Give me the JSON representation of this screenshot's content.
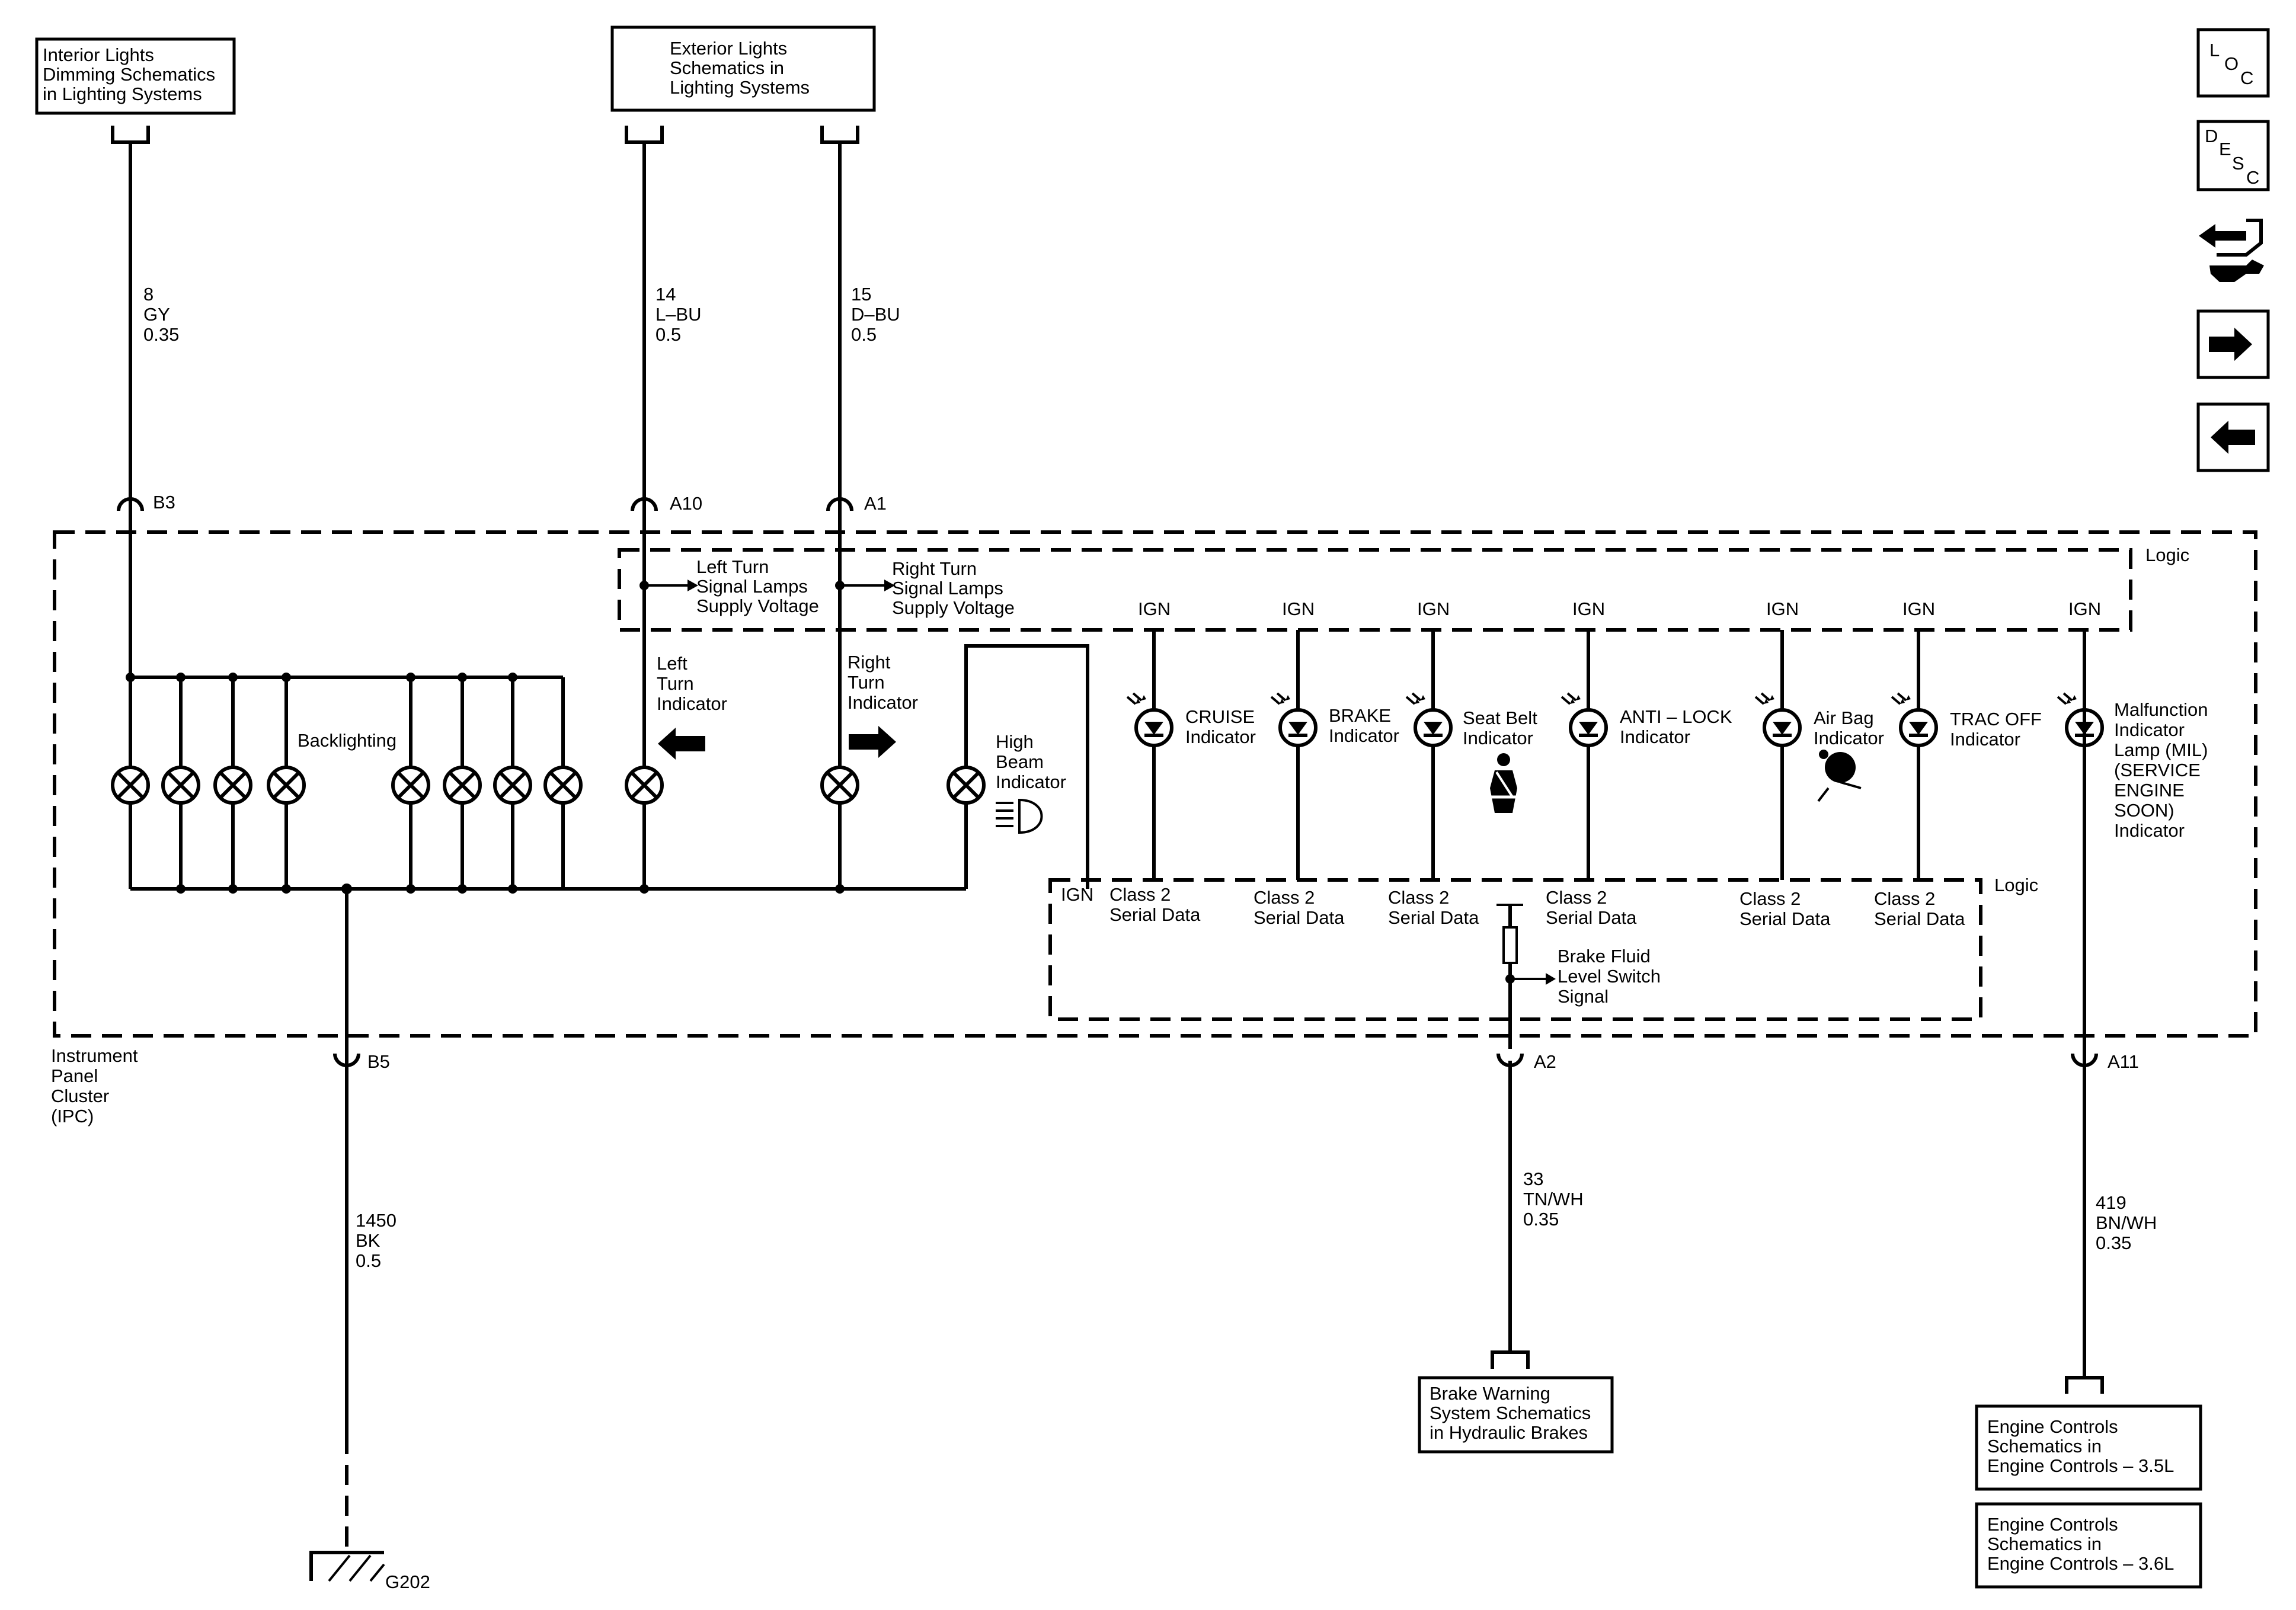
{
  "refs": {
    "interior": [
      "Interior Lights",
      "Dimming Schematics",
      "in Lighting Systems"
    ],
    "exterior": [
      "Exterior Lights",
      "Schematics in",
      "Lighting Systems"
    ],
    "brake_warning": [
      "Brake Warning",
      "System Schematics",
      "in Hydraulic Brakes"
    ],
    "engine_35": [
      "Engine Controls",
      "Schematics in",
      "Engine Controls – 3.5L"
    ],
    "engine_36": [
      "Engine Controls",
      "Schematics in",
      "Engine Controls – 3.6L"
    ]
  },
  "wires": {
    "w8": [
      "8",
      "GY",
      "0.35"
    ],
    "w14": [
      "14",
      "L–BU",
      "0.5"
    ],
    "w15": [
      "15",
      "D–BU",
      "0.5"
    ],
    "w1450": [
      "1450",
      "BK",
      "0.5"
    ],
    "w33": [
      "33",
      "TN/WH",
      "0.35"
    ],
    "w419": [
      "419",
      "BN/WH",
      "0.35"
    ]
  },
  "pins": {
    "b3": "B3",
    "a10": "A10",
    "a1": "A1",
    "b5": "B5",
    "a2": "A2",
    "a11": "A11"
  },
  "ground": "G202",
  "ipc_label": [
    "Instrument",
    "Panel",
    "Cluster",
    "(IPC)"
  ],
  "logic": "Logic",
  "ign": "IGN",
  "left_supply": [
    "Left Turn",
    "Signal Lamps",
    "Supply Voltage"
  ],
  "right_supply": [
    "Right Turn",
    "Signal Lamps",
    "Supply Voltage"
  ],
  "backlighting": "Backlighting",
  "left_turn": [
    "Left",
    "Turn",
    "Indicator"
  ],
  "right_turn": [
    "Right",
    "Turn",
    "Indicator"
  ],
  "high_beam": [
    "High",
    "Beam",
    "Indicator"
  ],
  "indicators": {
    "cruise": [
      "CRUISE",
      "Indicator"
    ],
    "brake": [
      "BRAKE",
      "Indicator"
    ],
    "seatbelt": [
      "Seat Belt",
      "Indicator"
    ],
    "antilock": [
      "ANTI – LOCK",
      "Indicator"
    ],
    "airbag": [
      "Air Bag",
      "Indicator"
    ],
    "tracoff": [
      "TRAC OFF",
      "Indicator"
    ],
    "mil": [
      "Malfunction",
      "Indicator",
      "Lamp (MIL)",
      "(SERVICE",
      "ENGINE",
      "SOON)",
      "Indicator"
    ]
  },
  "class2": [
    "Class 2",
    "Serial Data"
  ],
  "brake_fluid": [
    "Brake Fluid",
    "Level Switch",
    "Signal"
  ],
  "nav": {
    "loc": [
      "L",
      "O",
      "C"
    ],
    "desc": [
      "D",
      "E",
      "S",
      "C"
    ]
  }
}
